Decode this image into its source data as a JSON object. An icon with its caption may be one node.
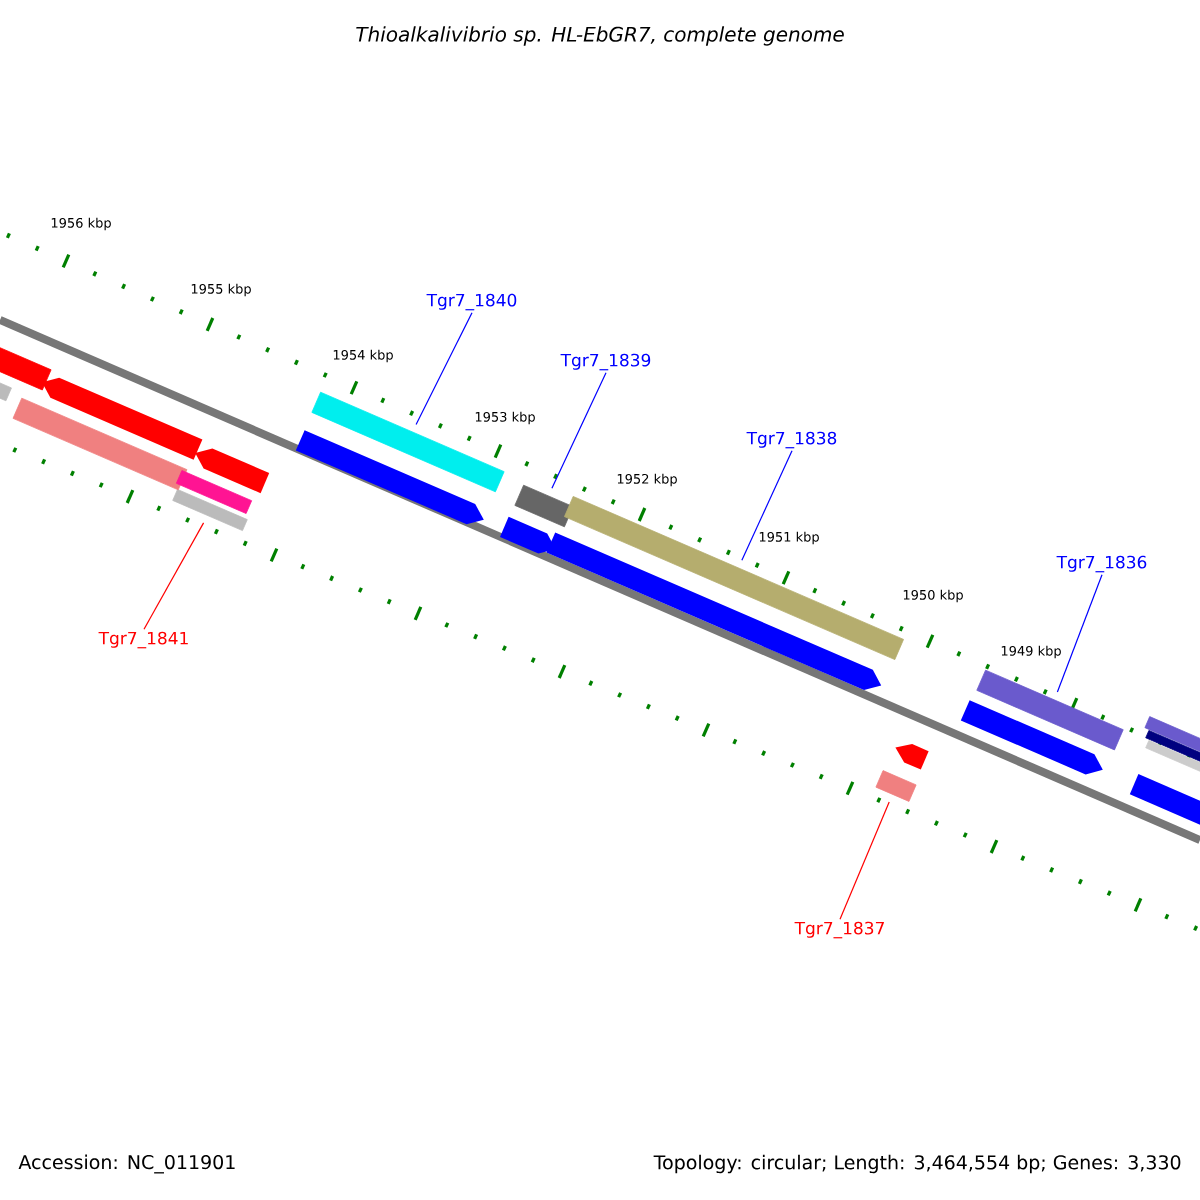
{
  "diagram": {
    "title": "Thioalkalivibrio sp. HL-EbGR7, complete genome",
    "nodes": [
      {
        "text": [
          "Tgr7_1840"
        ]
      },
      {
        "text": [],
        "shape": "bar"
      },
      {
        "text": [
          "Tgr7_1839"
        ]
      },
      {
        "text": [],
        "shape": "bar"
      },
      {
        "text": [
          "Tgr7_1838"
        ]
      },
      {
        "text": [],
        "shape": "bar"
      },
      {
        "text": [
          "Tgr7_1836"
        ]
      },
      {
        "text": [],
        "shape": "bar"
      },
      {
        "text": [
          "Tgr7_1841"
        ]
      },
      {
        "text": [],
        "shape": "bar"
      },
      {
        "text": [
          "Tgr7_1837"
        ]
      },
      {
        "text": [],
        "shape": "bar"
      },
      {
        "text": [],
        "shape": "bar"
      },
      {
        "text": [],
        "shape": "bar"
      },
      {
        "text": [],
        "shape": "arrow"
      },
      {
        "text": [],
        "shape": "arrow"
      },
      {
        "text": [],
        "shape": "bar"
      },
      {
        "text": [],
        "shape": "bar"
      },
      {
        "text": [],
        "shape": "arrow"
      },
      {
        "text": [],
        "shape": "arrow"
      },
      {
        "text": [],
        "shape": "arrow"
      },
      {
        "text": [],
        "shape": "arrow"
      },
      {
        "text": [],
        "shape": "arrow"
      },
      {
        "text": [],
        "shape": "bar"
      },
      {
        "text": [],
        "shape": "bar"
      },
      {
        "text": [],
        "shape": "bar"
      },
      {
        "text": [],
        "shape": "arrow"
      }
    ],
    "edges": [
      {
        "from": 0,
        "to": 1,
        "arrow": "none"
      },
      {
        "from": 2,
        "to": 3,
        "arrow": "none"
      },
      {
        "from": 4,
        "to": 5,
        "arrow": "none"
      },
      {
        "from": 6,
        "to": 7,
        "arrow": "none"
      },
      {
        "from": 8,
        "to": 9,
        "arrow": "none",
        "color": "#ff0000"
      },
      {
        "from": 10,
        "to": 11,
        "arrow": "none",
        "color": "#ff0000"
      }
    ],
    "labels": [
      "1956 kbp",
      "1955 kbp",
      "1954 kbp",
      "1953 kbp",
      "1952 kbp",
      "1951 kbp",
      "1950 kbp",
      "1949 kbp",
      "Accession: NC_011901",
      "Topology: circular; Length: 3,464,554 bp; Genes: 3,330"
    ]
  }
}
